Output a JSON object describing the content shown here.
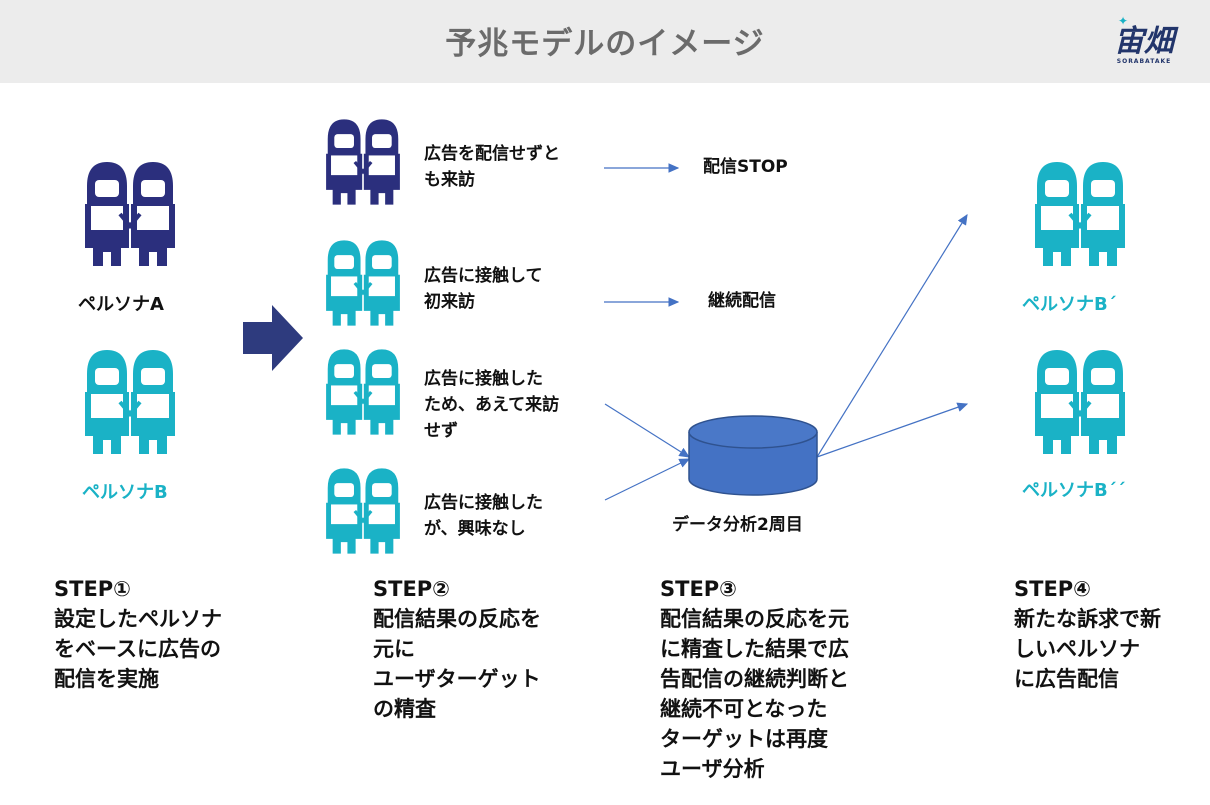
{
  "title": "予兆モデルのイメージ",
  "logo": {
    "main": "宙畑",
    "sub": "SORABATAKE"
  },
  "colors": {
    "navy": "#2b2f7d",
    "teal": "#1ab2c6",
    "arrow_line": "#4472c4",
    "big_arrow": "#2e3b7e",
    "db": "#4472c4"
  },
  "icons": {
    "person_pair": "person-pair-icon",
    "database": "database-icon"
  },
  "personas": {
    "a": "ペルソナA",
    "b": "ペルソナB",
    "b1": "ペルソナB´",
    "b2": "ペルソナB´´"
  },
  "responses": [
    [
      "広告を配信せずと",
      "も来訪"
    ],
    [
      "広告に接触して",
      "初来訪"
    ],
    [
      "広告に接触した",
      "ため、あえて来訪",
      "せず"
    ],
    [
      "広告に接触した",
      "が、興味なし"
    ]
  ],
  "results": {
    "stop": "配信STOP",
    "continue": "継続配信",
    "analysis": "データ分析2周目"
  },
  "steps": [
    [
      "STEP①",
      "設定したペルソナ",
      "をベースに広告の",
      "配信を実施"
    ],
    [
      "STEP②",
      "配信結果の反応を",
      "元に",
      "ユーザターゲット",
      "の精査"
    ],
    [
      "STEP③",
      "配信結果の反応を元",
      "に精査した結果で広",
      "告配信の継続判断と",
      "継続不可となった",
      "ターゲットは再度",
      "ユーザ分析"
    ],
    [
      "STEP④",
      "新たな訴求で新",
      "しいペルソナ",
      "に広告配信"
    ]
  ]
}
